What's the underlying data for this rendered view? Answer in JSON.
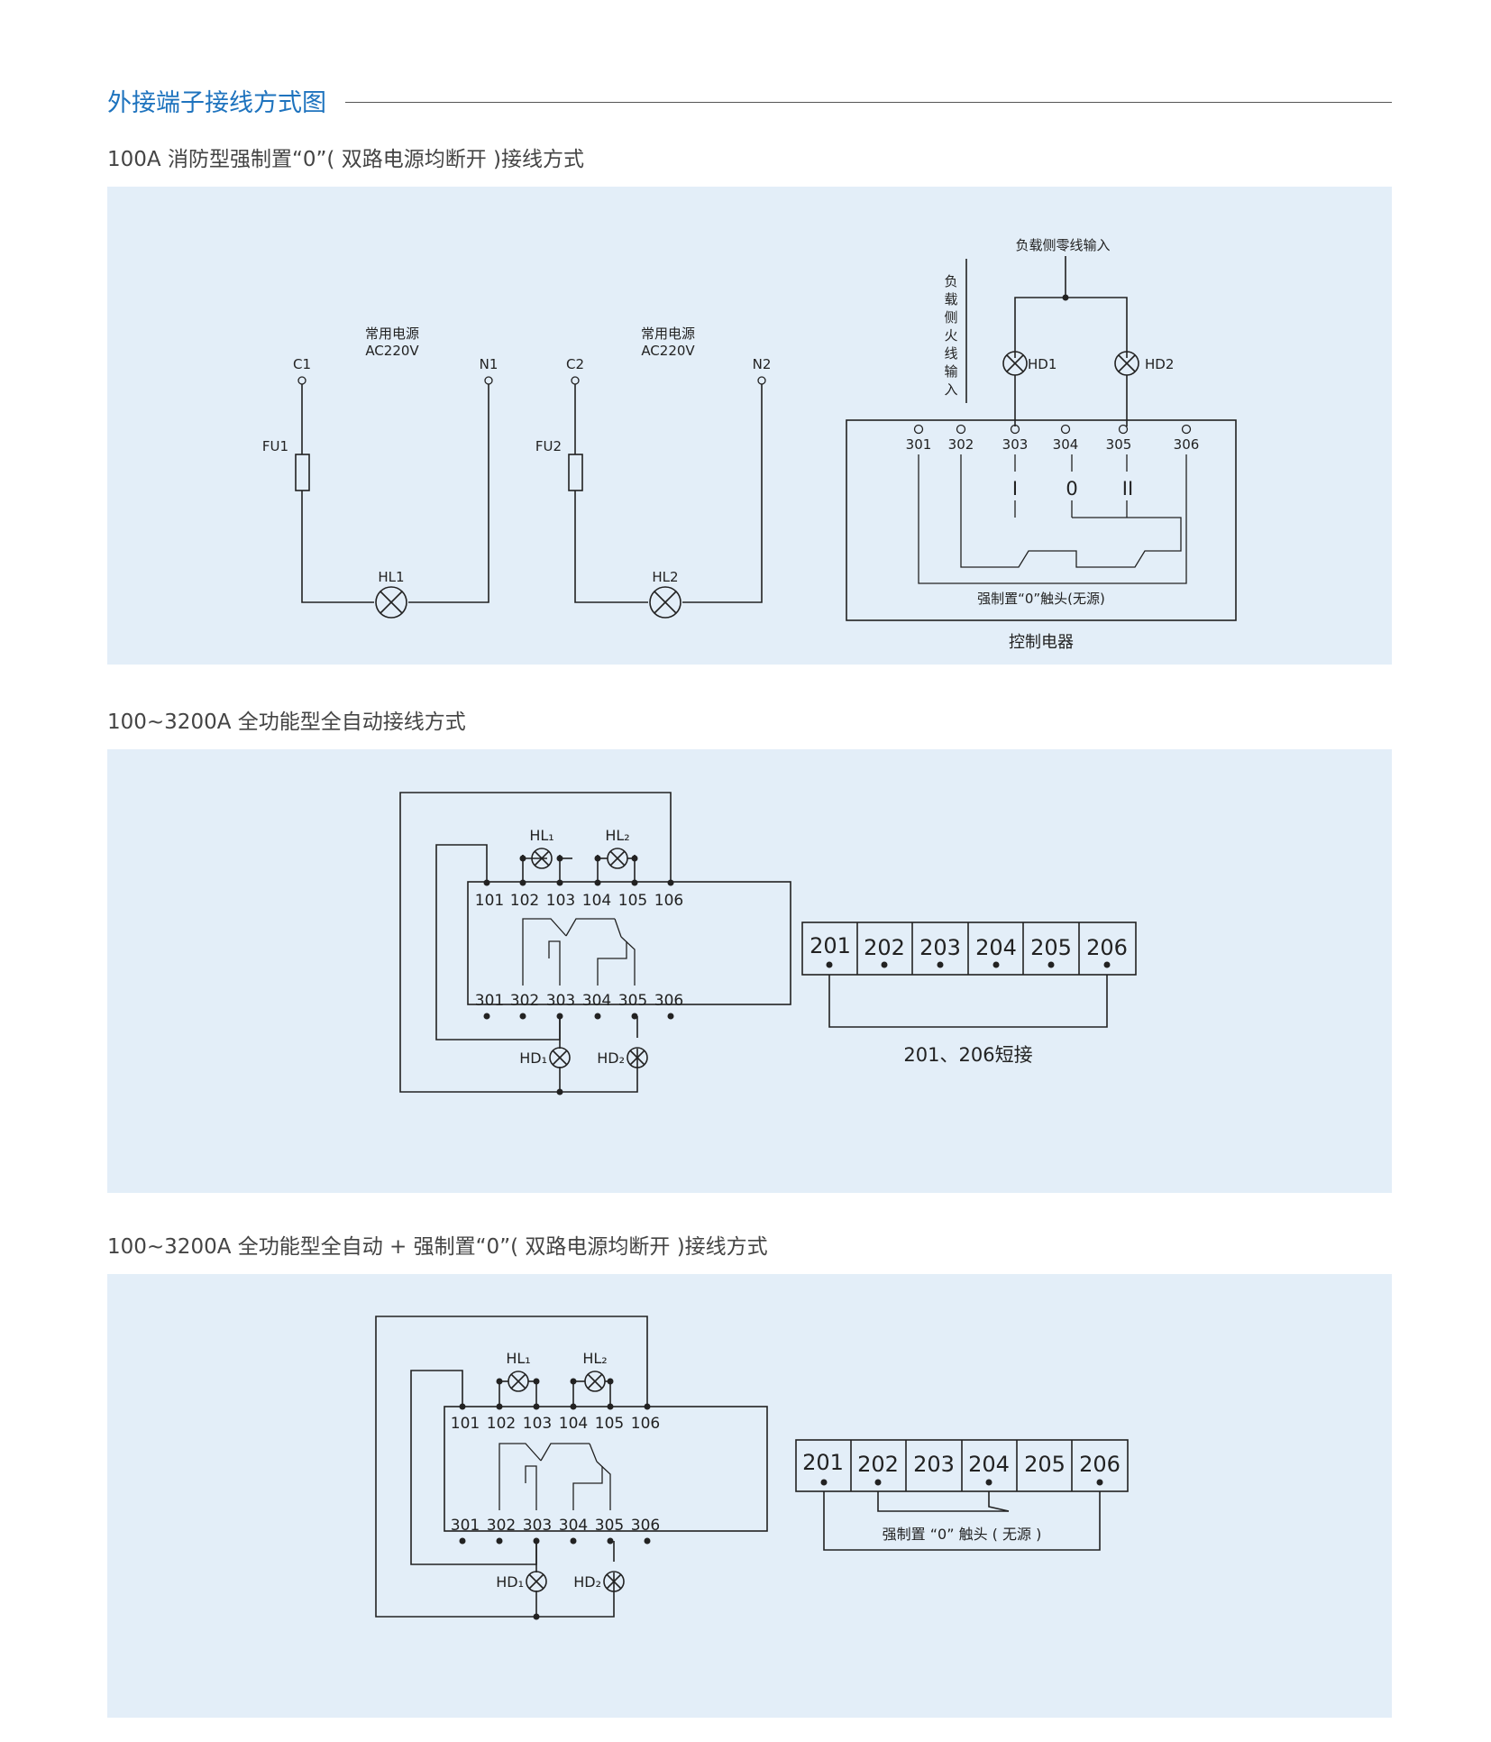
{
  "header": {
    "title": "外接端子接线方式图"
  },
  "sections": [
    {
      "title": "100A 消防型强制置“0”( 双路电源均断开 )接线方式",
      "power1": {
        "source_label": "常用电源",
        "voltage": "AC220V",
        "left_terminal": "C1",
        "right_terminal": "N1",
        "fuse": "FU1",
        "lamp": "HL1"
      },
      "power2": {
        "source_label": "常用电源",
        "voltage": "AC220V",
        "left_terminal": "C2",
        "right_terminal": "N2",
        "fuse": "FU2",
        "lamp": "HL2"
      },
      "neutral_label": "负载侧零线输入",
      "live_label": [
        "负",
        "载",
        "侧",
        "火",
        "线",
        "输",
        "入"
      ],
      "lamps": [
        "HD1",
        "HD2"
      ],
      "terminals": [
        "301",
        "302",
        "303",
        "304",
        "305",
        "306"
      ],
      "positions": [
        "I",
        "0",
        "II"
      ],
      "contact_label": "强制置“0”触头(无源)",
      "box_label": "控制电器"
    },
    {
      "title": "100~3200A 全功能型全自动接线方式",
      "top_terminals": [
        "101",
        "102",
        "103",
        "104",
        "105",
        "106"
      ],
      "bottom_terminals": [
        "301",
        "302",
        "303",
        "304",
        "305",
        "306"
      ],
      "top_lamps": [
        "HL₁",
        "HL₂"
      ],
      "bottom_lamps": [
        "HD₁",
        "HD₂"
      ],
      "strip_terminals": [
        "201",
        "202",
        "203",
        "204",
        "205",
        "206"
      ],
      "strip_note": "201、206短接"
    },
    {
      "title": "100~3200A 全功能型全自动 + 强制置“0”( 双路电源均断开 )接线方式",
      "top_terminals": [
        "101",
        "102",
        "103",
        "104",
        "105",
        "106"
      ],
      "bottom_terminals": [
        "301",
        "302",
        "303",
        "304",
        "305",
        "306"
      ],
      "top_lamps": [
        "HL₁",
        "HL₂"
      ],
      "bottom_lamps": [
        "HD₁",
        "HD₂"
      ],
      "strip_terminals": [
        "201",
        "202",
        "203",
        "204",
        "205",
        "206"
      ],
      "strip_note": "强制置 “0” 触头 ( 无源 )"
    }
  ]
}
